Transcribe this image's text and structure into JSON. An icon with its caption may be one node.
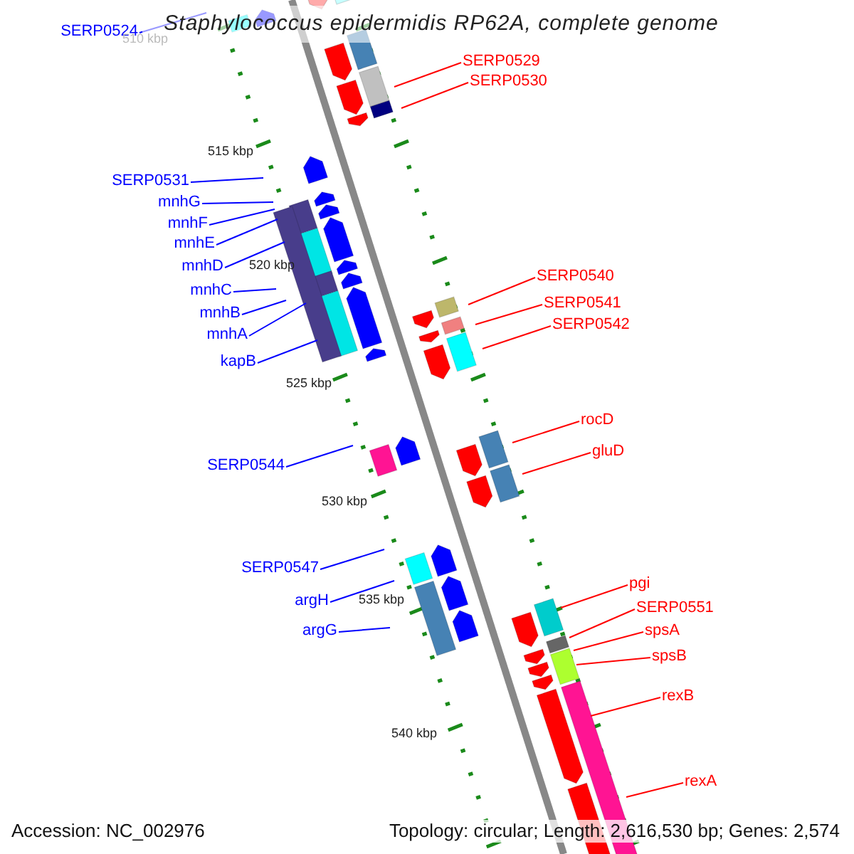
{
  "diagram": {
    "title": "Staphylococcus epidermidis RP62A, complete genome",
    "nodes": [
      {
        "text": [
          "SERP0524"
        ]
      },
      {
        "text": [
          "SERP0531"
        ]
      },
      {
        "text": [
          "mnhG"
        ]
      },
      {
        "text": [
          "mnhF"
        ]
      },
      {
        "text": [
          "mnhE"
        ]
      },
      {
        "text": [
          "mnhD"
        ]
      },
      {
        "text": [
          "mnhC"
        ]
      },
      {
        "text": [
          "mnhB"
        ]
      },
      {
        "text": [
          "mnhA"
        ]
      },
      {
        "text": [
          "kapB"
        ]
      },
      {
        "text": [
          "SERP0544"
        ]
      },
      {
        "text": [
          "SERP0547"
        ]
      },
      {
        "text": [
          "argH"
        ]
      },
      {
        "text": [
          "argG"
        ]
      },
      {
        "text": [
          "SERP0529"
        ]
      },
      {
        "text": [
          "SERP0530"
        ]
      },
      {
        "text": [
          "SERP0540"
        ]
      },
      {
        "text": [
          "SERP0541"
        ]
      },
      {
        "text": [
          "SERP0542"
        ]
      },
      {
        "text": [
          "rocD"
        ]
      },
      {
        "text": [
          "gluD"
        ]
      },
      {
        "text": [
          "pgi"
        ]
      },
      {
        "text": [
          "SERP0551"
        ]
      },
      {
        "text": [
          "spsA"
        ]
      },
      {
        "text": [
          "spsB"
        ]
      },
      {
        "text": [
          "rexB"
        ]
      },
      {
        "text": [
          "rexA"
        ]
      }
    ],
    "edges": [
      {
        "from": 0,
        "to": null,
        "arrow": "none"
      },
      {
        "from": 1,
        "to": null,
        "arrow": "none"
      },
      {
        "from": 2,
        "to": null,
        "arrow": "none"
      },
      {
        "from": 3,
        "to": null,
        "arrow": "none"
      },
      {
        "from": 4,
        "to": null,
        "arrow": "none"
      },
      {
        "from": 5,
        "to": null,
        "arrow": "none"
      },
      {
        "from": 6,
        "to": null,
        "arrow": "none"
      },
      {
        "from": 7,
        "to": null,
        "arrow": "none"
      },
      {
        "from": 8,
        "to": null,
        "arrow": "none"
      },
      {
        "from": 9,
        "to": null,
        "arrow": "none"
      },
      {
        "from": 10,
        "to": null,
        "arrow": "none"
      },
      {
        "from": 11,
        "to": null,
        "arrow": "none"
      },
      {
        "from": 12,
        "to": null,
        "arrow": "none"
      },
      {
        "from": 13,
        "to": null,
        "arrow": "none"
      },
      {
        "from": 14,
        "to": null,
        "arrow": "none",
        "color": "#ff0000"
      },
      {
        "from": 15,
        "to": null,
        "arrow": "none",
        "color": "#ff0000"
      },
      {
        "from": 16,
        "to": null,
        "arrow": "none",
        "color": "#ff0000"
      },
      {
        "from": 17,
        "to": null,
        "arrow": "none",
        "color": "#ff0000"
      },
      {
        "from": 18,
        "to": null,
        "arrow": "none",
        "color": "#ff0000"
      },
      {
        "from": 19,
        "to": null,
        "arrow": "none",
        "color": "#ff0000"
      },
      {
        "from": 20,
        "to": null,
        "arrow": "none",
        "color": "#ff0000"
      },
      {
        "from": 21,
        "to": null,
        "arrow": "none",
        "color": "#ff0000"
      },
      {
        "from": 22,
        "to": null,
        "arrow": "none",
        "color": "#ff0000"
      },
      {
        "from": 23,
        "to": null,
        "arrow": "none",
        "color": "#ff0000"
      },
      {
        "from": 24,
        "to": null,
        "arrow": "none",
        "color": "#ff0000"
      },
      {
        "from": 25,
        "to": null,
        "arrow": "none",
        "color": "#ff0000"
      },
      {
        "from": 26,
        "to": null,
        "arrow": "none",
        "color": "#ff0000"
      }
    ],
    "labels": [
      "510 kbp",
      "515 kbp",
      "520 kbp",
      "525 kbp",
      "530 kbp",
      "535 kbp",
      "540 kbp",
      "Accession: NC_002976",
      "Topology: circular; Length: 2,616,530 bp; Genes: 2,574"
    ]
  }
}
